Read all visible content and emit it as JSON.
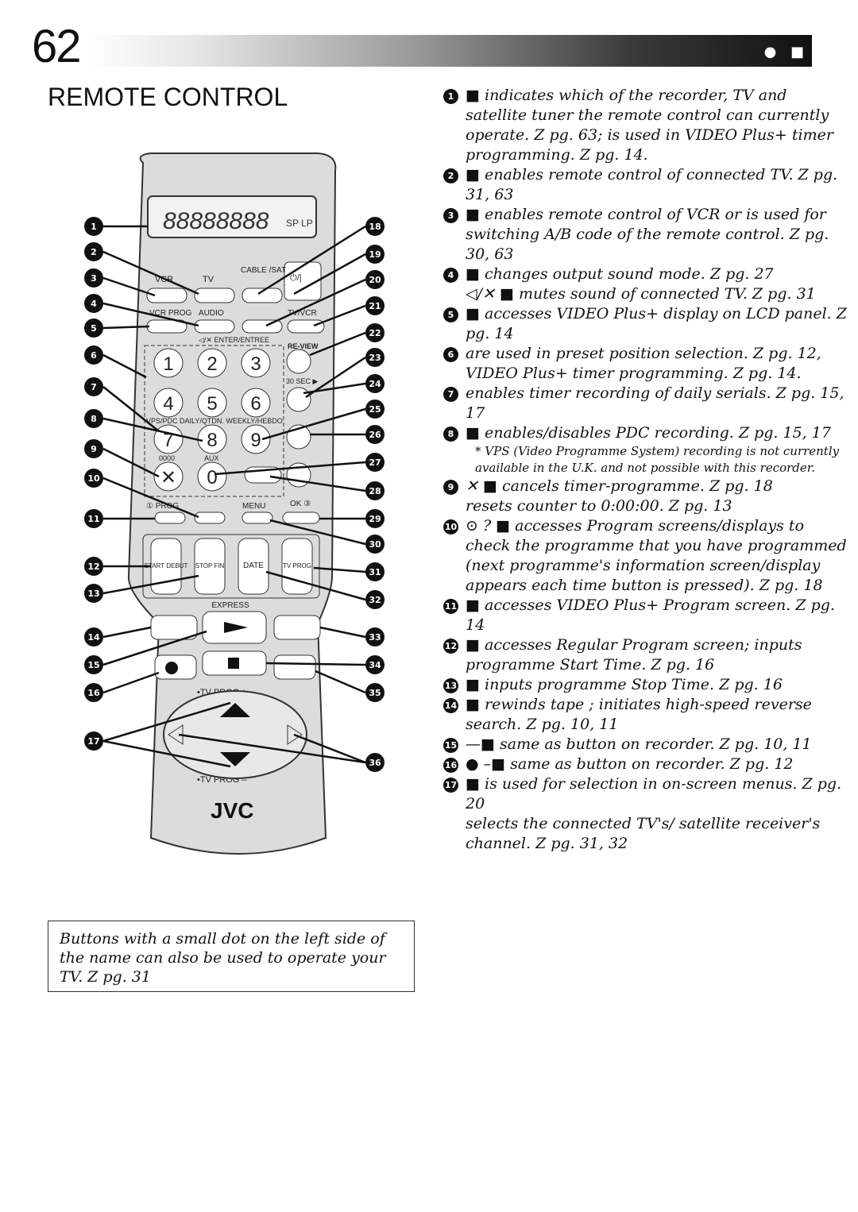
{
  "page": {
    "number": "62",
    "title": "REMOTE CONTROL",
    "header_icons": "● ■"
  },
  "remote": {
    "display_text": "88888888",
    "display_mode": "SP LP",
    "source_buttons": [
      "VCR",
      "TV",
      "CABLE /SAT"
    ],
    "power_label": "⏻/|",
    "row2": [
      "VCR PROG",
      "AUDIO",
      "",
      "TV/VCR"
    ],
    "mute_enter": "◁/✕  ENTER/ENTREE",
    "review": "RE-VIEW",
    "keys": [
      "1",
      "2",
      "3",
      "4",
      "5",
      "6",
      "7",
      "8",
      "9",
      "0"
    ],
    "thirty_sec": "30 SEC ▶",
    "vps_row": "VPS/PDC  DAILY/QTDN.  WEEKLY/HEBDO",
    "zeros": "0000",
    "aux": "AUX",
    "prog": "① PROG",
    "menu": "MENU",
    "ok": "OK ③",
    "start_debut": "START DEBUT",
    "stop_fin": "STOP FIN",
    "date": "DATE",
    "tv_prog": "TV PROG",
    "express": "EXPRESS",
    "tvprog_top": "•TV PROG +",
    "tvprog_bottom": "•TV PROG –",
    "brand": "JVC",
    "callout_left": [
      "1",
      "2",
      "3",
      "4",
      "5",
      "6",
      "7",
      "8",
      "9",
      "10",
      "11",
      "12",
      "13",
      "14",
      "15",
      "16",
      "17"
    ],
    "callout_right": [
      "18",
      "19",
      "20",
      "21",
      "22",
      "23",
      "24",
      "25",
      "26",
      "27",
      "28",
      "29",
      "30",
      "31",
      "32",
      "33",
      "34",
      "35",
      "36"
    ]
  },
  "callout_box": "Buttons with a small dot on the left side of the name can also be used to operate your TV. Z pg. 31",
  "items": [
    {
      "num": "1",
      "text": "■ indicates which of the recorder, TV and satellite tuner the remote control can currently operate. Z pg. 63; is used in VIDEO Plus+ timer programming. Z pg. 14."
    },
    {
      "num": "2",
      "text": "■ enables remote control of connected TV. Z pg. 31, 63"
    },
    {
      "num": "3",
      "text": "■ enables remote control of VCR or is used for switching A/B code of the remote control. Z pg. 30, 63"
    },
    {
      "num": "4",
      "text": "■ changes output sound mode. Z pg. 27"
    },
    {
      "num": "",
      "text": "◁/✕ ■ mutes sound of connected TV. Z pg. 31"
    },
    {
      "num": "5",
      "text": "■ accesses VIDEO Plus+ display on LCD panel. Z pg. 14"
    },
    {
      "num": "6",
      "text": "are used in preset position selection. Z pg. 12, VIDEO Plus+ timer programming. Z pg. 14."
    },
    {
      "num": "7",
      "text": "enables timer recording of daily serials. Z pg. 15, 17"
    },
    {
      "num": "8",
      "text": "■ enables/disables PDC recording. Z pg. 15, 17"
    },
    {
      "num": "",
      "text": "* VPS (Video Programme System) recording is not currently available in the U.K. and not possible with this recorder.",
      "note": true
    },
    {
      "num": "9",
      "text": "✕ ■ cancels timer-programme. Z pg. 18"
    },
    {
      "num": "",
      "text": "resets counter to 0:00:00. Z pg. 13",
      "sub": true
    },
    {
      "num": "10",
      "text": "⊙ ? ■ accesses Program screens/displays to check the programme that you have programmed (next programme's information screen/display appears each time button is pressed). Z pg. 18"
    },
    {
      "num": "11",
      "text": "■ accesses VIDEO Plus+ Program screen. Z pg. 14"
    },
    {
      "num": "12",
      "text": "■ accesses Regular Program screen; inputs programme Start Time. Z pg. 16"
    },
    {
      "num": "13",
      "text": "■ inputs programme Stop Time. Z pg. 16"
    },
    {
      "num": "14",
      "text": "■ rewinds tape ; initiates high-speed reverse search. Z pg. 10, 11"
    },
    {
      "num": "15",
      "text": "—■ same as button on recorder. Z pg. 10, 11"
    },
    {
      "num": "16",
      "text": "● –■ same as button on recorder. Z pg. 12"
    },
    {
      "num": "17",
      "text": "■ is used for selection in on-screen menus. Z pg. 20"
    },
    {
      "num": "",
      "text": "selects the connected TV's/ satellite receiver's channel. Z pg. 31, 32",
      "sub": true
    }
  ]
}
